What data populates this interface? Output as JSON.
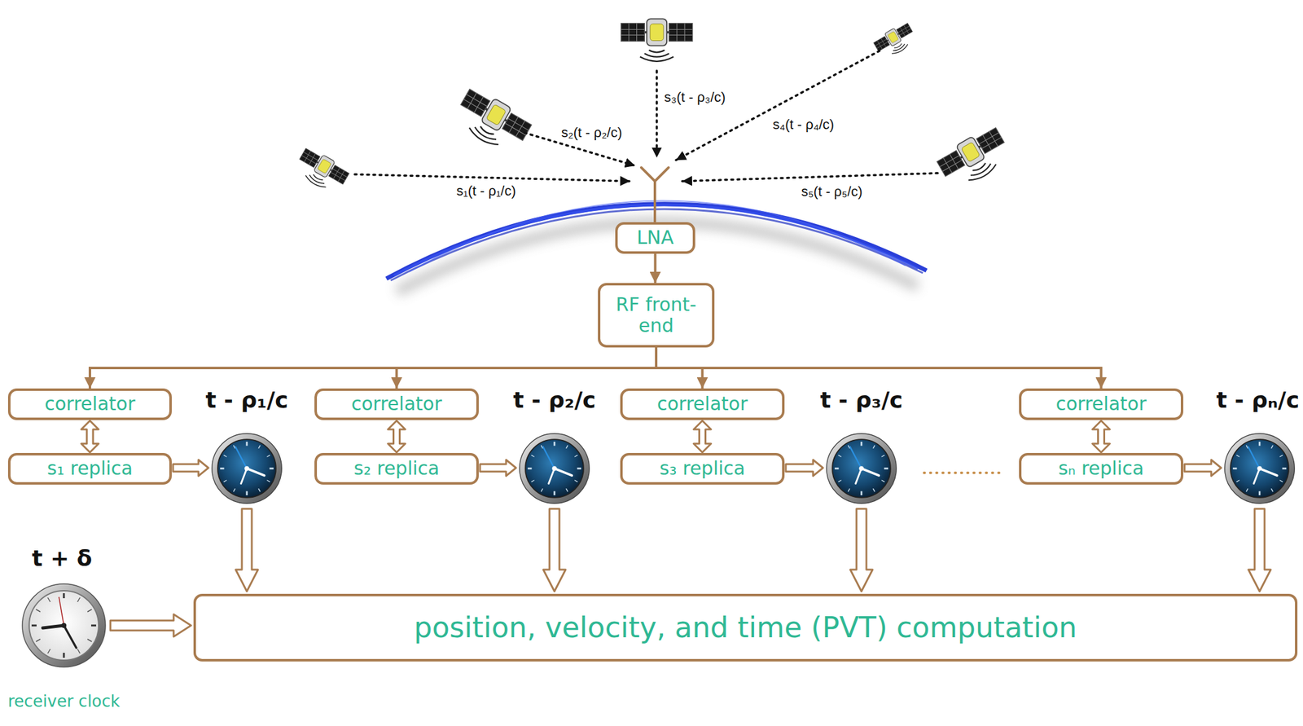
{
  "diagram": {
    "nodes": [
      {
        "text": [
          "LNA"
        ]
      },
      {
        "text": [
          "RF front-end"
        ]
      },
      {
        "text": [
          "correlator"
        ]
      },
      {
        "text": [
          "s₁ replica"
        ]
      },
      {
        "text": [
          "correlator"
        ]
      },
      {
        "text": [
          "s₂ replica"
        ]
      },
      {
        "text": [
          "correlator"
        ]
      },
      {
        "text": [
          "s₃ replica"
        ]
      },
      {
        "text": [
          "correlator"
        ]
      },
      {
        "text": [
          "sₙ replica"
        ]
      },
      {
        "text": [
          "position, velocity, and time (PVT) computation"
        ]
      }
    ],
    "edges": [
      {
        "from": 0,
        "to": 1,
        "arrow": "to"
      },
      {
        "from": 1,
        "to": 2,
        "arrow": "to"
      },
      {
        "from": 1,
        "to": 4,
        "arrow": "to"
      },
      {
        "from": 1,
        "to": 6,
        "arrow": "to"
      },
      {
        "from": 1,
        "to": 8,
        "arrow": "to"
      },
      {
        "from": 2,
        "to": 3,
        "arrow": "both"
      },
      {
        "from": 4,
        "to": 5,
        "arrow": "both"
      },
      {
        "from": 6,
        "to": 7,
        "arrow": "both"
      },
      {
        "from": 8,
        "to": 9,
        "arrow": "both"
      }
    ],
    "labels": [
      "s₁(t - ρ₁/c)",
      "s₂(t - ρ₂/c)",
      "s₃(t - ρ₃/c)",
      "s₄(t - ρ₄/c)",
      "s₅(t - ρ₅/c)",
      "t - ρ₁/c",
      "t - ρ₂/c",
      "t - ρ₃/c",
      "t - ρₙ/c",
      "t + δ",
      "receiver clock"
    ]
  }
}
